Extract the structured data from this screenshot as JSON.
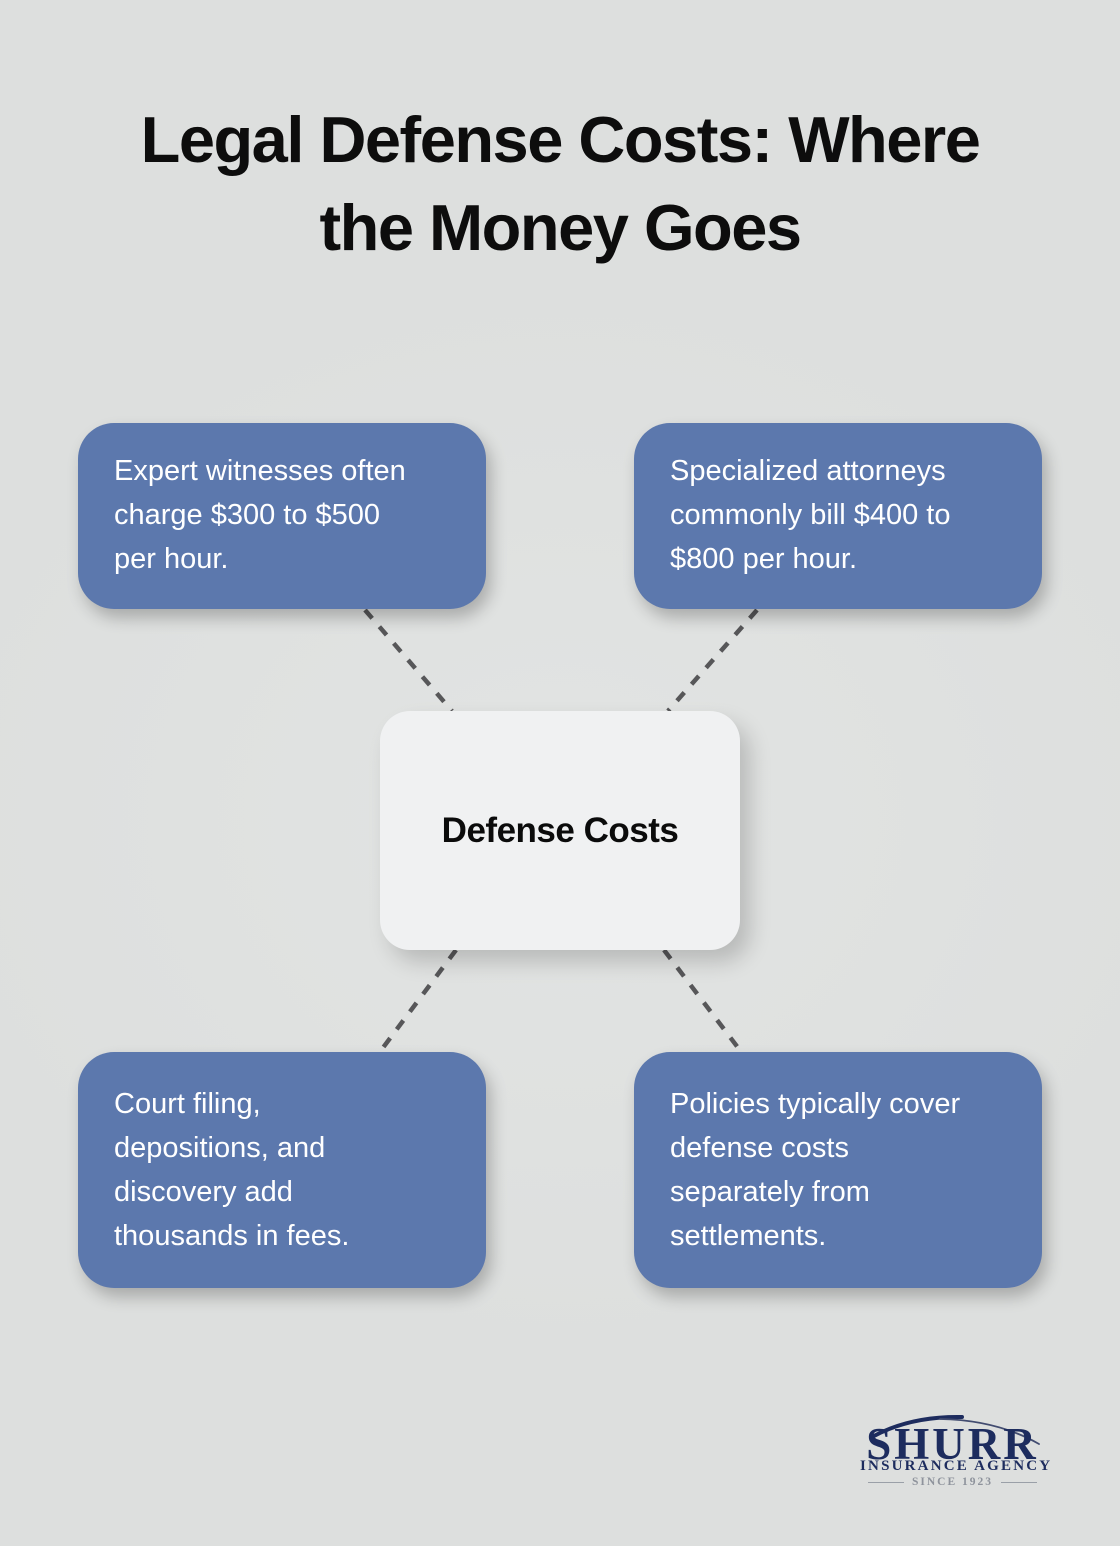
{
  "title": {
    "lines": [
      "Legal Defense Costs: Where",
      "the Money Goes"
    ]
  },
  "center": {
    "label": "Defense Costs"
  },
  "boxes": [
    {
      "name": "expert-witnesses",
      "lines": [
        "Expert witnesses often",
        "charge $300 to $500",
        "per hour."
      ]
    },
    {
      "name": "specialized-attorneys",
      "lines": [
        "Specialized attorneys",
        "commonly bill $400 to",
        "$800 per hour."
      ]
    },
    {
      "name": "court-fees",
      "lines": [
        "Court filing,",
        "depositions, and",
        "discovery add",
        "thousands in fees."
      ]
    },
    {
      "name": "policy-coverage",
      "lines": [
        "Policies typically cover",
        "defense costs",
        "separately from",
        "settlements."
      ]
    }
  ],
  "logo": {
    "name": "SHURR",
    "subtitle": "INSURANCE AGENCY",
    "tagline": "SINCE 1923"
  },
  "colors": {
    "background": "#dddfde",
    "node_blue": "#5c78ad",
    "node_text": "#ffffff",
    "center_bg": "#f0f1f2",
    "title_text": "#0d0d0d",
    "connector_gray": "#575759",
    "logo_navy": "#1d2c5e",
    "logo_gray": "#8e939c"
  }
}
